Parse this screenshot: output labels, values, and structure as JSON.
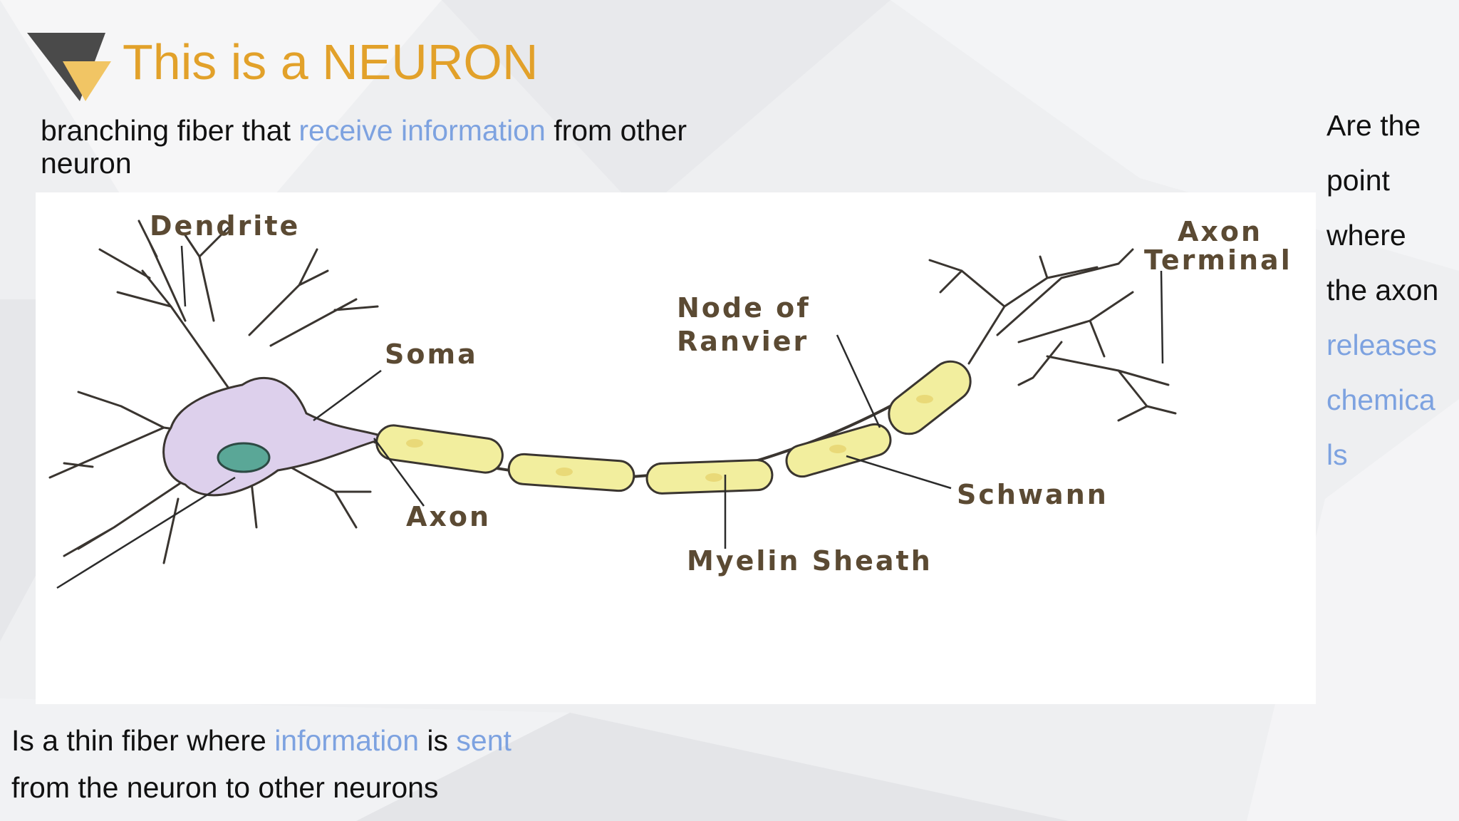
{
  "slide": {
    "title": "This is a NEURON",
    "dendrite_text": {
      "part1": "branching fiber that ",
      "highlight": "receive information",
      "part2": " from other neuron"
    },
    "axon_text": {
      "line1_part1": "Is a thin fiber where ",
      "line1_hl1": "information",
      "line1_mid": " is ",
      "line1_hl2": "sent",
      "line2": "from the neuron to other  neurons"
    },
    "terminal_text": {
      "lines": [
        "Are the",
        "point",
        "where",
        "the axon"
      ],
      "highlight_lines": [
        "releases",
        "chemica",
        "ls"
      ]
    }
  },
  "diagram": {
    "labels": {
      "dendrite": "Dendrite",
      "soma": "Soma",
      "axon": "Axon",
      "node_line1": "Node of",
      "node_line2": "Ranvier",
      "myelin": "Myelin Sheath",
      "schwann": "Schwann",
      "terminal_line1": "Axon",
      "terminal_line2": "Terminal"
    }
  },
  "colors": {
    "title": "#e2a12a",
    "highlight": "#7da2e0",
    "neuron_body": "#ddd0ec",
    "nucleus": "#5aa797",
    "myelin": "#f2ee9e",
    "label": "#5b4a33"
  }
}
